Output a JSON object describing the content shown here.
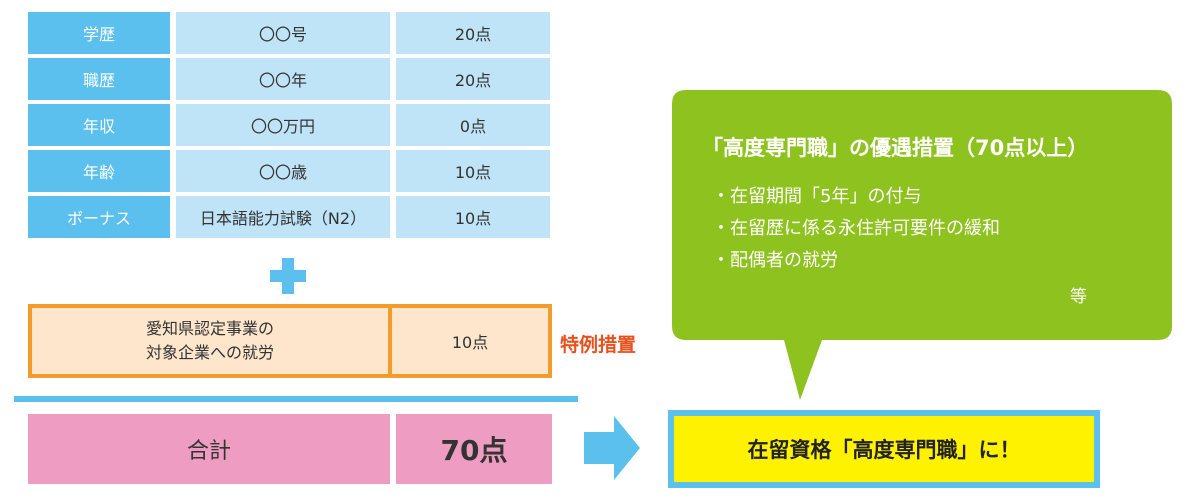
{
  "rows": [
    {
      "label": "学歴",
      "detail": "〇〇号",
      "score": "20点"
    },
    {
      "label": "職歴",
      "detail": "〇〇年",
      "score": "20点"
    },
    {
      "label": "年収",
      "detail": "〇〇万円",
      "score": "0点"
    },
    {
      "label": "年齢",
      "detail": "〇〇歳",
      "score": "10点"
    },
    {
      "label": "ボーナス",
      "detail": "日本語能力試験（N2）",
      "score": "10点"
    }
  ],
  "special": {
    "line1": "愛知県認定事業の",
    "line2": "対象企業への就労",
    "score": "10点",
    "tag": "特例措置"
  },
  "total": {
    "label": "合計",
    "score": "70点"
  },
  "result": {
    "text": "在留資格「高度専門職」に！"
  },
  "bubble": {
    "title": "「高度専門職」の優遇措置（70点以上）",
    "items": [
      "・在留期間「5年」の付与",
      "・在留歴に係る永住許可要件の緩和",
      "・配偶者の就労"
    ],
    "etc": "等"
  },
  "colors": {
    "label_blue": "#5bc0ee",
    "cell_light_blue": "#bfe3f7",
    "special_orange": "#f39b2b",
    "special_fill": "#fde6cc",
    "tokurei_red": "#e8501e",
    "total_pink": "#ef9cc3",
    "result_yellow": "#fff200",
    "bubble_green": "#8dc21f"
  }
}
